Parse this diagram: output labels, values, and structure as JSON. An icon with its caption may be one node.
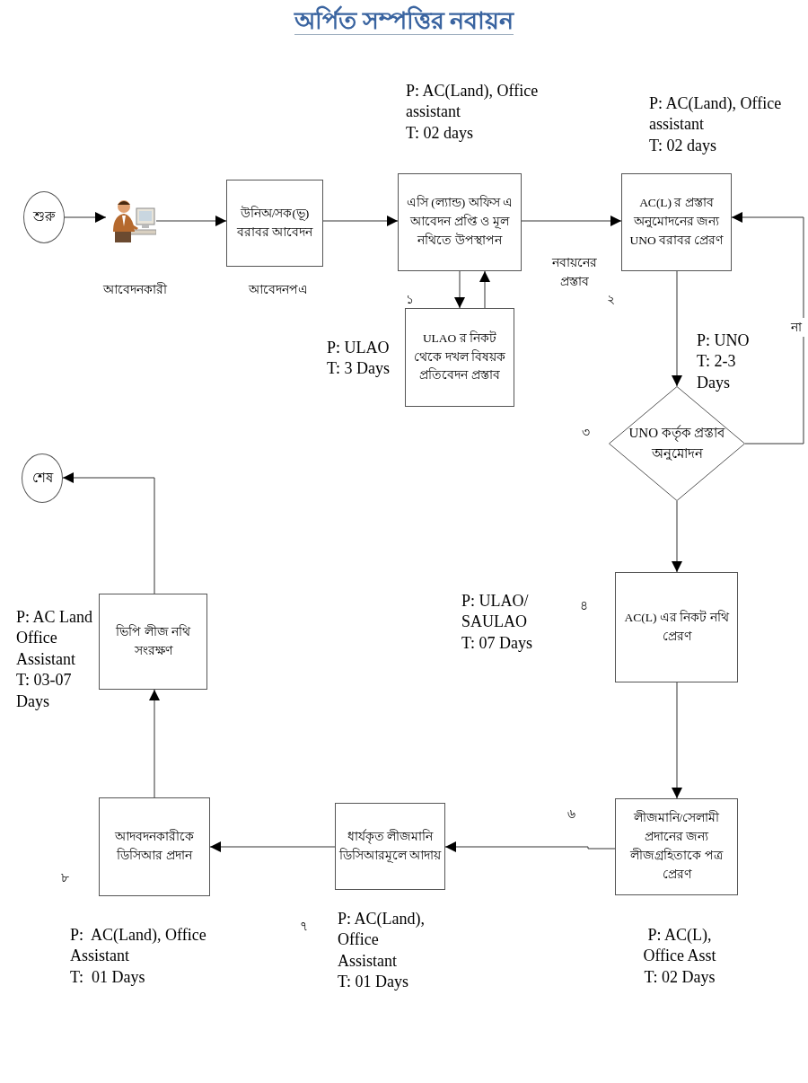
{
  "diagram": {
    "title": "অর্পিত সম্পত্তির নবায়ন",
    "nodes": [
      {
        "text": [
          "শুরু"
        ]
      },
      {
        "text": [],
        "shape": "picture",
        "beside": [
          "আবেদনকারী"
        ]
      },
      {
        "text": [
          "উনিঅ/সক(ভূ) বরাবর আবেদন"
        ],
        "beside": [
          "আবেদনপএ"
        ]
      },
      {
        "text": [
          "এসি (ল্যান্ড) অফিস এ আবেদন প্রপ্তি ও মূল নথিতে উপস্থাপন"
        ],
        "beside": [
          "P: AC(Land), Office assistant",
          "T: 02 days"
        ]
      },
      {
        "text": [
          "AC(L) র প্রস্তাব অনুমোদনের জন্য UNO বরাবর প্রেরণ"
        ],
        "beside": [
          "P: AC(Land), Office assistant",
          "T: 02 days"
        ]
      },
      {
        "text": [
          "ULAO র নিকট থেকে দখল বিষয়ক প্রতিবেদন প্রস্তাব"
        ],
        "beside": [
          "P: ULAO",
          "T: 3 Days"
        ]
      },
      {
        "text": [
          "UNO কর্তৃক প্রস্তাব অনুমোদন"
        ],
        "beside": [
          "P: UNO",
          "T: 2-3 Days"
        ]
      },
      {
        "text": [
          "শেষ"
        ]
      },
      {
        "text": [
          "AC(L) এর নিকট নথি প্রেরণ"
        ],
        "beside": [
          "P: ULAO/ SAULAO",
          "T: 07 Days"
        ]
      },
      {
        "text": [
          "লীজমানি/সেলামী প্রদানের জন্য লীজগ্রহিতাকে পত্র প্রেরণ"
        ],
        "beside": [
          "P: AC(L), Office Asst",
          "T: 02 Days"
        ]
      },
      {
        "text": [
          "ধার্যকৃত লীজমানি ডিসিআরমূলে আদায়"
        ],
        "beside": [
          "P: AC(Land), Office Assistant",
          "T: 01 Days"
        ]
      },
      {
        "text": [
          "আদবদনকারীকে ডিসিআর প্রদান"
        ],
        "beside": [
          "P:  AC(Land), Office Assistant",
          "T:  01 Days"
        ]
      },
      {
        "text": [
          "ভিপি লীজ নথি সংরক্ষণ"
        ],
        "beside": [
          "P: AC Land Office Assistant",
          "T: 03-07 Days"
        ]
      }
    ],
    "edges": [
      {
        "from": 0,
        "to": 1,
        "arrow": "to"
      },
      {
        "from": 1,
        "to": 2,
        "arrow": "to"
      },
      {
        "from": 2,
        "to": 3,
        "arrow": "to"
      },
      {
        "from": 3,
        "to": 4,
        "arrow": "to",
        "label": "নবায়নের প্রস্তাব"
      },
      {
        "from": 3,
        "to": 5,
        "arrow": "to"
      },
      {
        "from": 5,
        "to": 3,
        "arrow": "to"
      },
      {
        "from": 4,
        "to": 6,
        "arrow": "to"
      },
      {
        "from": 6,
        "to": 4,
        "arrow": "to",
        "label": "না"
      },
      {
        "from": 6,
        "to": 8,
        "arrow": "to"
      },
      {
        "from": 8,
        "to": 9,
        "arrow": "to"
      },
      {
        "from": 9,
        "to": 10,
        "arrow": "to"
      },
      {
        "from": 10,
        "to": 11,
        "arrow": "to"
      },
      {
        "from": 11,
        "to": 12,
        "arrow": "to"
      },
      {
        "from": 12,
        "to": 7,
        "arrow": "to"
      }
    ],
    "labels": [
      "১",
      "২",
      "৩",
      "৪",
      "৬",
      "৮",
      "৭"
    ]
  }
}
